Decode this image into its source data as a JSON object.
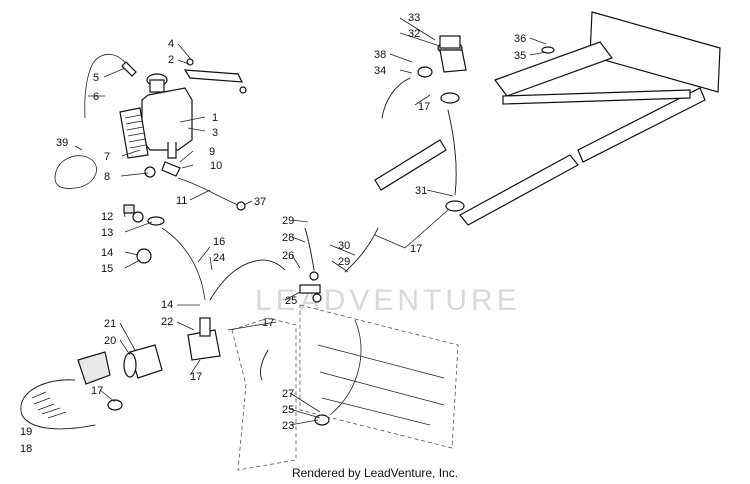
{
  "watermark": "LEADVENTURE",
  "footer": "Rendered by LeadVenture, Inc.",
  "callouts": [
    {
      "id": "c1",
      "text": "1"
    },
    {
      "id": "c2",
      "text": "2"
    },
    {
      "id": "c3",
      "text": "3"
    },
    {
      "id": "c4",
      "text": "4"
    },
    {
      "id": "c5",
      "text": "5"
    },
    {
      "id": "c6",
      "text": "6"
    },
    {
      "id": "c7",
      "text": "7"
    },
    {
      "id": "c8",
      "text": "8"
    },
    {
      "id": "c9",
      "text": "9"
    },
    {
      "id": "c10",
      "text": "10"
    },
    {
      "id": "c11",
      "text": "11"
    },
    {
      "id": "c12",
      "text": "12"
    },
    {
      "id": "c13",
      "text": "13"
    },
    {
      "id": "c14a",
      "text": "14"
    },
    {
      "id": "c14b",
      "text": "14"
    },
    {
      "id": "c15",
      "text": "15"
    },
    {
      "id": "c16",
      "text": "16"
    },
    {
      "id": "c17a",
      "text": "17"
    },
    {
      "id": "c17b",
      "text": "17"
    },
    {
      "id": "c17c",
      "text": "17"
    },
    {
      "id": "c17d",
      "text": "17"
    },
    {
      "id": "c17e",
      "text": "17"
    },
    {
      "id": "c18",
      "text": "18"
    },
    {
      "id": "c19",
      "text": "19"
    },
    {
      "id": "c20",
      "text": "20"
    },
    {
      "id": "c21",
      "text": "21"
    },
    {
      "id": "c22",
      "text": "22"
    },
    {
      "id": "c23",
      "text": "23"
    },
    {
      "id": "c24",
      "text": "24"
    },
    {
      "id": "c25a",
      "text": "25"
    },
    {
      "id": "c25b",
      "text": "25"
    },
    {
      "id": "c26",
      "text": "26"
    },
    {
      "id": "c27",
      "text": "27"
    },
    {
      "id": "c28",
      "text": "28"
    },
    {
      "id": "c29a",
      "text": "29"
    },
    {
      "id": "c29b",
      "text": "29"
    },
    {
      "id": "c30",
      "text": "30"
    },
    {
      "id": "c31",
      "text": "31"
    },
    {
      "id": "c32",
      "text": "32"
    },
    {
      "id": "c33",
      "text": "33"
    },
    {
      "id": "c34",
      "text": "34"
    },
    {
      "id": "c35",
      "text": "35"
    },
    {
      "id": "c36",
      "text": "36"
    },
    {
      "id": "c37",
      "text": "37"
    },
    {
      "id": "c38",
      "text": "38"
    },
    {
      "id": "c39",
      "text": "39"
    }
  ]
}
